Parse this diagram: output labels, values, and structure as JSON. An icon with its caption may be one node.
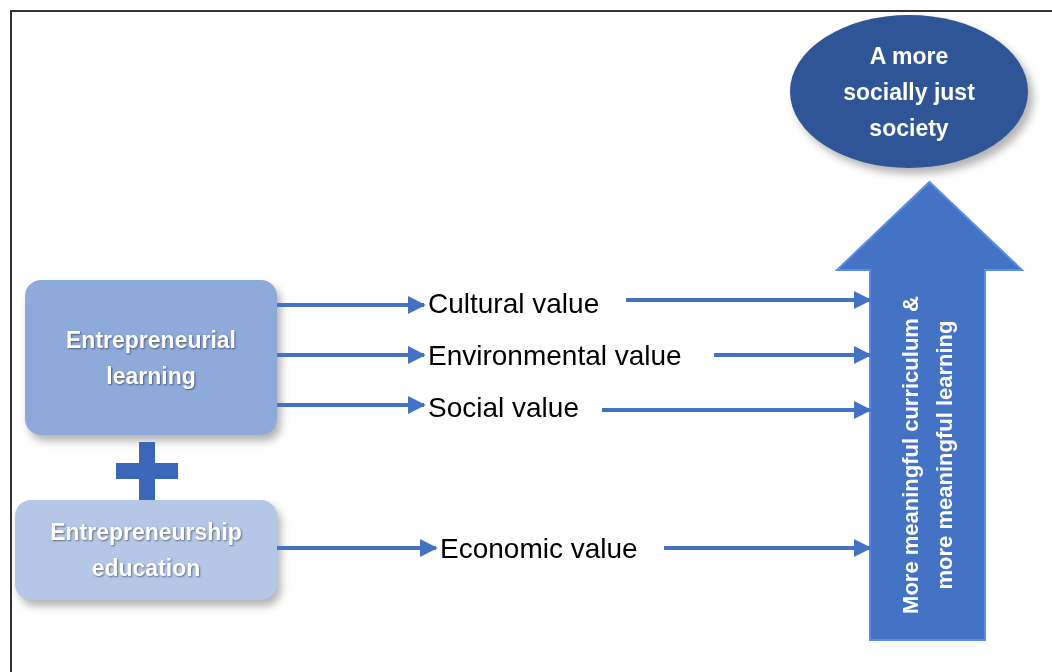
{
  "diagram": {
    "nodes": [
      {
        "text": [
          "Entrepreneurial learning"
        ]
      },
      {
        "text": [
          "Entrepreneurship education"
        ]
      },
      {
        "text": [
          "Cultural value"
        ]
      },
      {
        "text": [
          "Environmental value"
        ]
      },
      {
        "text": [
          "Social value"
        ]
      },
      {
        "text": [
          "Economic value"
        ]
      },
      {
        "text": [
          "More meaningful curriculum & more meaningful learning"
        ]
      },
      {
        "text": [
          "A more socially just society"
        ]
      }
    ],
    "edges": [
      {
        "from": 0,
        "to": 2,
        "arrow": "to"
      },
      {
        "from": 0,
        "to": 3,
        "arrow": "to"
      },
      {
        "from": 0,
        "to": 4,
        "arrow": "to"
      },
      {
        "from": 1,
        "to": 5,
        "arrow": "to"
      },
      {
        "from": 2,
        "to": 6,
        "arrow": "to"
      },
      {
        "from": 3,
        "to": 6,
        "arrow": "to"
      },
      {
        "from": 4,
        "to": 6,
        "arrow": "to"
      },
      {
        "from": 5,
        "to": 6,
        "arrow": "to"
      }
    ]
  }
}
